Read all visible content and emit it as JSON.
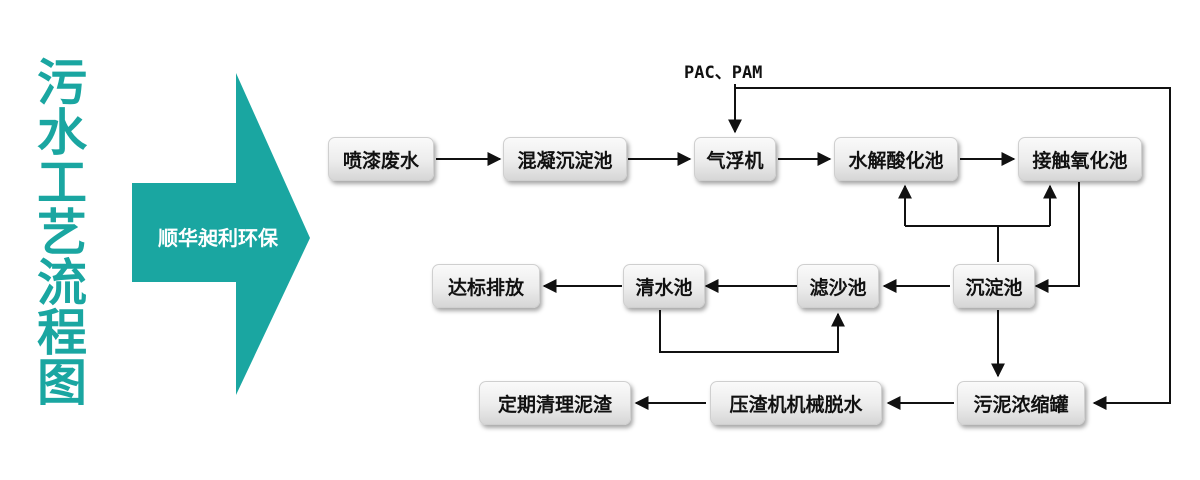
{
  "title_chars": [
    "污",
    "水",
    "工",
    "艺",
    "流",
    "程",
    "图"
  ],
  "company": "顺华昶利环保",
  "chemicals_label": "PAC、PAM",
  "colors": {
    "accent": "#1aa6a1",
    "arrow": "#111111"
  },
  "nodes": {
    "spray_wastewater": "喷漆废水",
    "coagulation_tank": "混凝沉淀池",
    "air_flotation": "气浮机",
    "hydrolysis_tank": "水解酸化池",
    "contact_oxidation": "接触氧化池",
    "sedimentation_tank": "沉淀池",
    "sand_filter": "滤沙池",
    "clear_water_tank": "清水池",
    "discharge": "达标排放",
    "sludge_thickener": "污泥浓缩罐",
    "filter_press": "压渣机机械脱水",
    "sludge_disposal": "定期清理泥渣"
  }
}
